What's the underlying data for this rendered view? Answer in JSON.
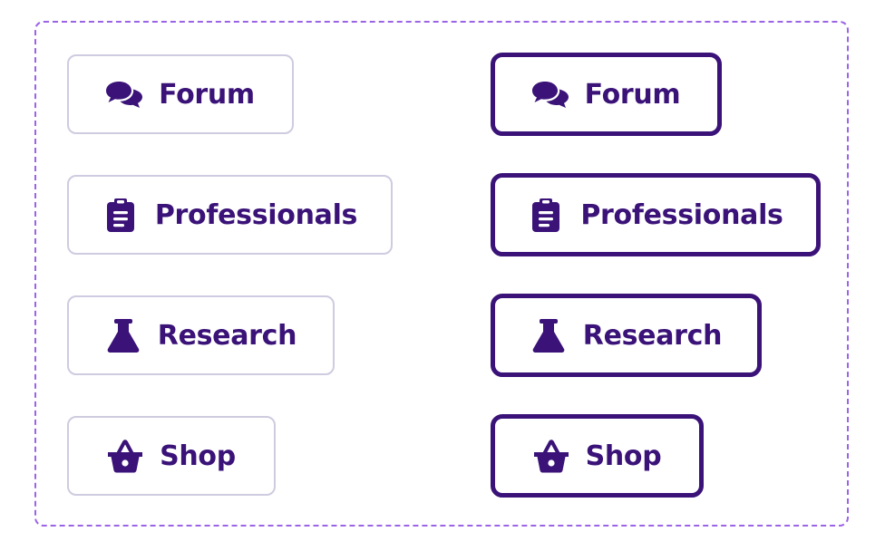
{
  "colors": {
    "accent": "#3a1278",
    "frame_border": "#9b63e6",
    "default_border": "#cfcbe0"
  },
  "columns": [
    {
      "style": "default",
      "buttons": [
        {
          "label": "Forum",
          "icon": "chat-bubbles-icon"
        },
        {
          "label": "Professionals",
          "icon": "clipboard-icon"
        },
        {
          "label": "Research",
          "icon": "flask-icon"
        },
        {
          "label": "Shop",
          "icon": "basket-icon"
        }
      ]
    },
    {
      "style": "active",
      "buttons": [
        {
          "label": "Forum",
          "icon": "chat-bubbles-icon"
        },
        {
          "label": "Professionals",
          "icon": "clipboard-icon"
        },
        {
          "label": "Research",
          "icon": "flask-icon"
        },
        {
          "label": "Shop",
          "icon": "basket-icon"
        }
      ]
    }
  ]
}
